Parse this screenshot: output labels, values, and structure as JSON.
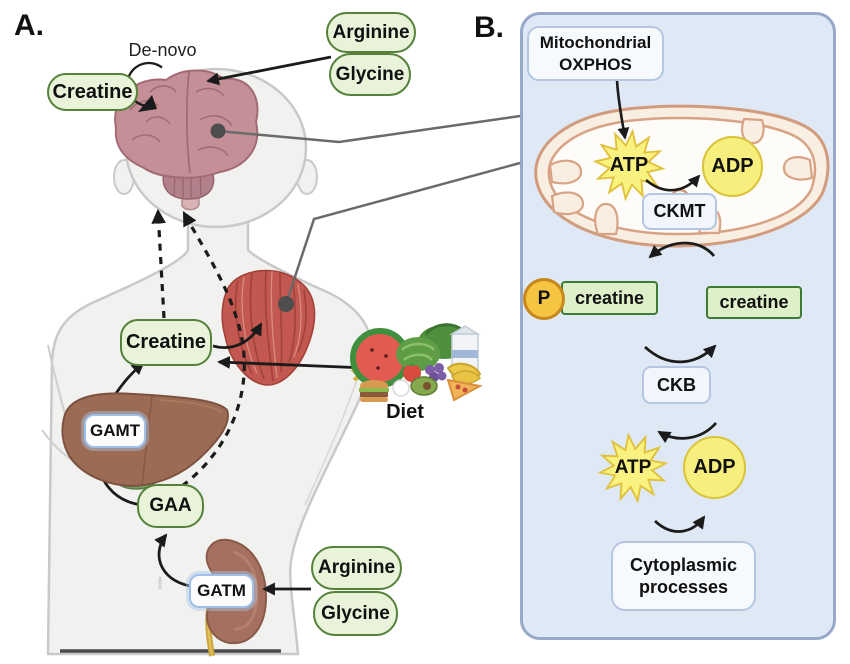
{
  "panel_a": {
    "label": "A.",
    "de_novo": "De-novo",
    "creatine_brain": "Creatine",
    "arginine_top": "Arginine",
    "glycine_top": "Glycine",
    "creatine_body": "Creatine",
    "diet": "Diet",
    "gamt": "GAMT",
    "gaa": "GAA",
    "gatm": "GATM",
    "arginine_bottom": "Arginine",
    "glycine_bottom": "Glycine"
  },
  "panel_b": {
    "label": "B.",
    "oxphos_line1": "Mitochondrial",
    "oxphos_line2": "OXPHOS",
    "atp_mito": "ATP",
    "adp_mito": "ADP",
    "ckmt": "CKMT",
    "phosphate": "P",
    "phosphocreatine": "creatine",
    "creatine": "creatine",
    "ckb": "CKB",
    "atp_cyto": "ATP",
    "adp_cyto": "ADP",
    "cyto_line1": "Cytoplasmic",
    "cyto_line2": "processes"
  },
  "icons": [
    "body-silhouette",
    "brain",
    "skeletal-muscle",
    "liver",
    "gallbladder",
    "kidney",
    "diet-foods",
    "mitochondria",
    "atp-starburst",
    "de-novo-cycle-arrow"
  ],
  "colors": {
    "metabolite_box_fill": "#e9f3da",
    "metabolite_box_border": "#55813a",
    "panel_b_fill": "#dfe9f6",
    "panel_b_border": "#97a9c8",
    "enzyme_box_border": "#b5c6e2",
    "atp_yellow": "#f9f180",
    "phosphate_orange": "#f5c542",
    "mito_membrane": "#d29b7d",
    "muscle_red": "#c2584f",
    "liver_brown": "#9c6b53",
    "brain_pink": "#c58f98"
  }
}
